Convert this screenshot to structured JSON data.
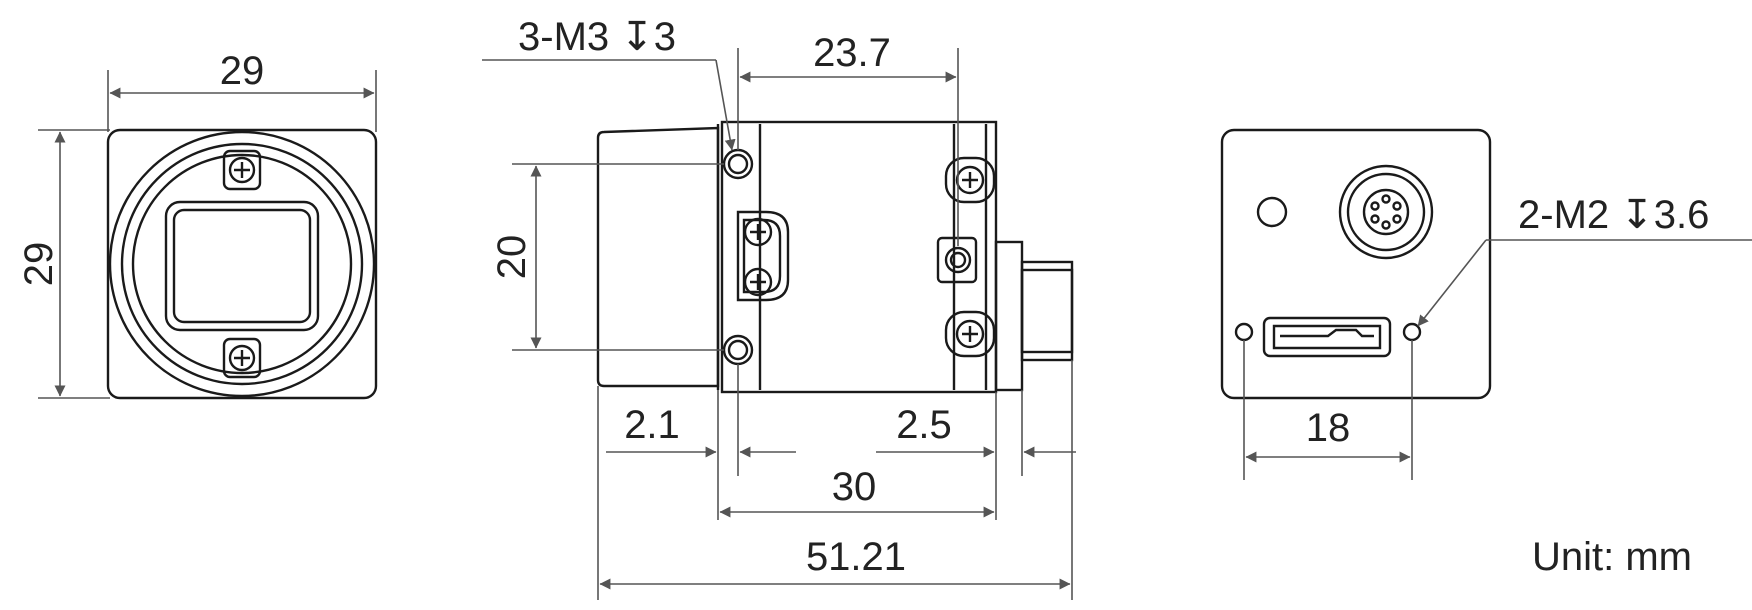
{
  "front_view": {
    "width_label": "29",
    "height_label": "29"
  },
  "side_view": {
    "hole_callout": "3-M3 ↧3",
    "top_span_label": "23.7",
    "vertical_span_label": "20",
    "lens_flange_label": "2.1",
    "rear_flange_label": "2.5",
    "body_length_label": "30",
    "overall_length_label": "51.21"
  },
  "rear_view": {
    "hole_callout": "2-M2 ↧3.6",
    "hole_spacing_label": "18"
  },
  "unit_label": "Unit: mm",
  "colors": {
    "line": "#1a1a1a",
    "dimension": "#555555",
    "text": "#222222"
  }
}
